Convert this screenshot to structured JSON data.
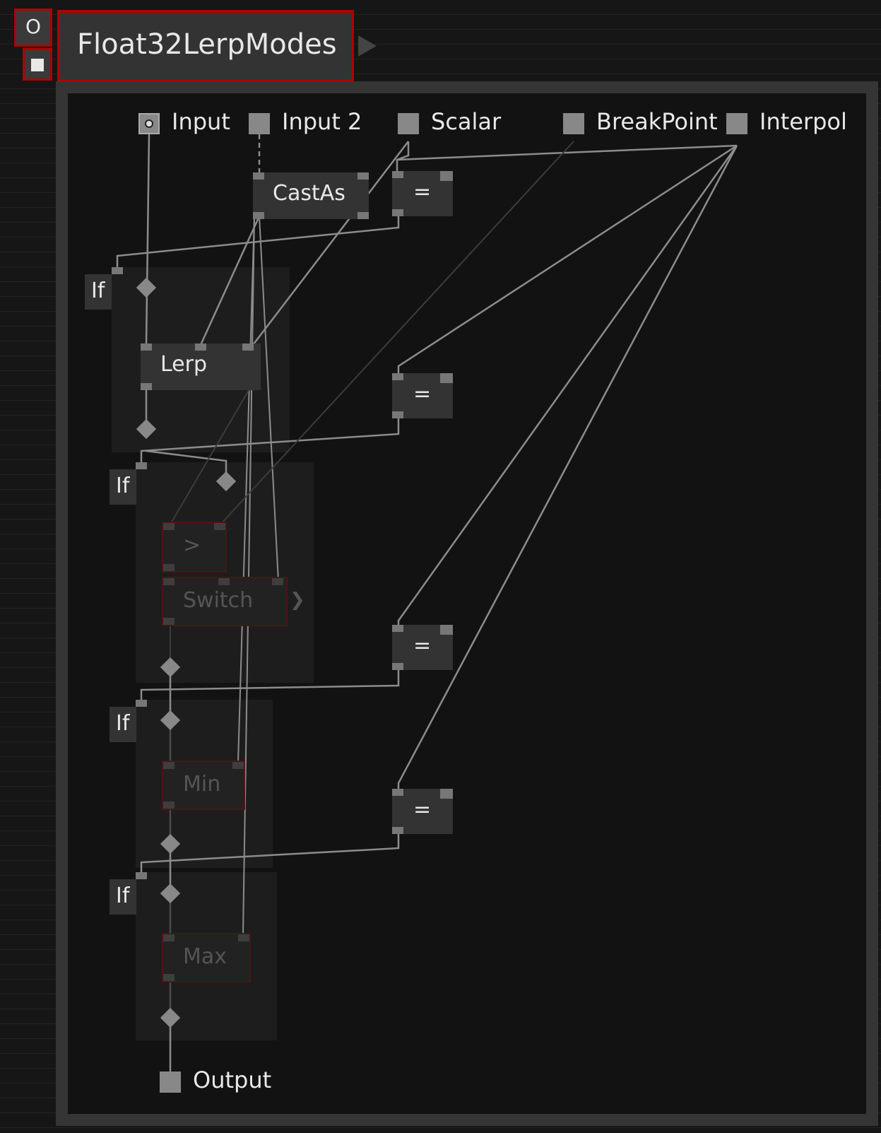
{
  "toolbar": {
    "toggle_o_label": "O"
  },
  "patch": {
    "title": "Float32LerpModes"
  },
  "pins": {
    "input": "Input",
    "input2": "Input 2",
    "scalar": "Scalar",
    "breakpoint": "BreakPoint",
    "interpol": "Interpol",
    "output": "Output"
  },
  "nodes": {
    "castas": "CastAs",
    "eq": "=",
    "if": "If",
    "lerp": "Lerp",
    "gt": ">",
    "switch": "Switch",
    "min": "Min",
    "max": "Max"
  },
  "colors": {
    "accent_border": "#b00000",
    "node_bg": "#333333",
    "canvas_bg": "#121212",
    "wire": "#8c8c8c"
  }
}
